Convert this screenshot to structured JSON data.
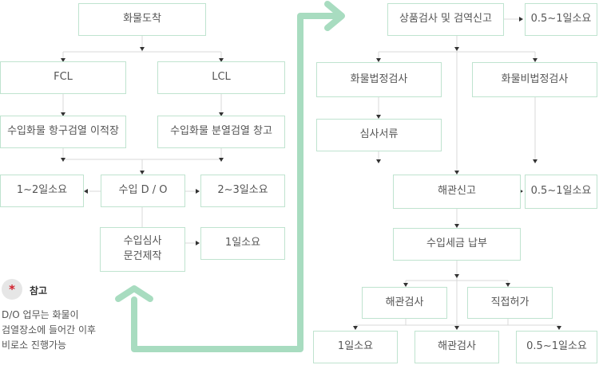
{
  "left": {
    "arrival": "화물도착",
    "fcl": "FCL",
    "lcl": "LCL",
    "fcl_storage": "수입화물 항구검열 이적장",
    "lcl_storage": "수입화물 분열검열 창고",
    "do_left_time": "1~2일소요",
    "import_do": "수입 D / O",
    "do_right_time": "2~3일소요",
    "doc_line1": "수입심사",
    "doc_line2": "문건제작",
    "doc_time": "1일소요"
  },
  "right": {
    "goods_inspection": "상품검사 및 검역신고",
    "goods_time": "0.5~1일소요",
    "legal_inspection": "화물법정검사",
    "non_legal_inspection": "화물비법정검사",
    "review_docs": "심사서류",
    "customs_declaration": "해관신고",
    "customs_time": "0.5~1일소요",
    "tax_payment": "수입세금 납부",
    "customs_check": "해관검사",
    "direct_release": "직접허가",
    "final_time_1": "1일소요",
    "final_customs_check": "해관검사",
    "final_time_2": "0.5~1일소요"
  },
  "note": {
    "star": "*",
    "title": "참고",
    "line1": "D/O 업무는 화물이",
    "line2": "검열장소에 들어간 이후",
    "line3": "비로소 진행가능"
  },
  "colors": {
    "box_border": "#bfe3cf",
    "big_arrow": "#a8dcc0",
    "connector": "#d8d8d8",
    "arrowhead": "#333333",
    "note_star": "#d21f2b"
  }
}
